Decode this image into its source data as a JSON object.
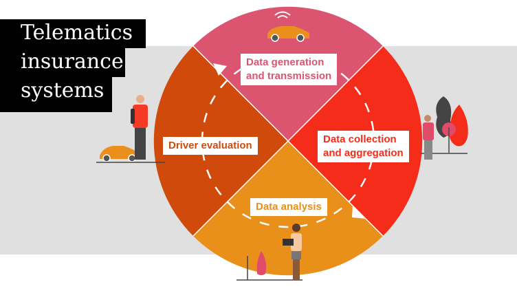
{
  "title": {
    "lines": [
      "Telematics",
      "insurance",
      "systems"
    ]
  },
  "segments": [
    {
      "label_lines": [
        "Data generation",
        "and transmission"
      ],
      "color": "#db5570"
    },
    {
      "label_lines": [
        "Data collection",
        "and aggregation"
      ],
      "color": "#f52c1a"
    },
    {
      "label_lines": [
        "Data analysis"
      ],
      "color": "#e8901a"
    },
    {
      "label_lines": [
        "Driver evaluation"
      ],
      "color": "#d04b0b"
    }
  ],
  "colors": {
    "background_band": "#dfe0df",
    "title_bg": "#000000",
    "car": "#eb8f1c"
  }
}
